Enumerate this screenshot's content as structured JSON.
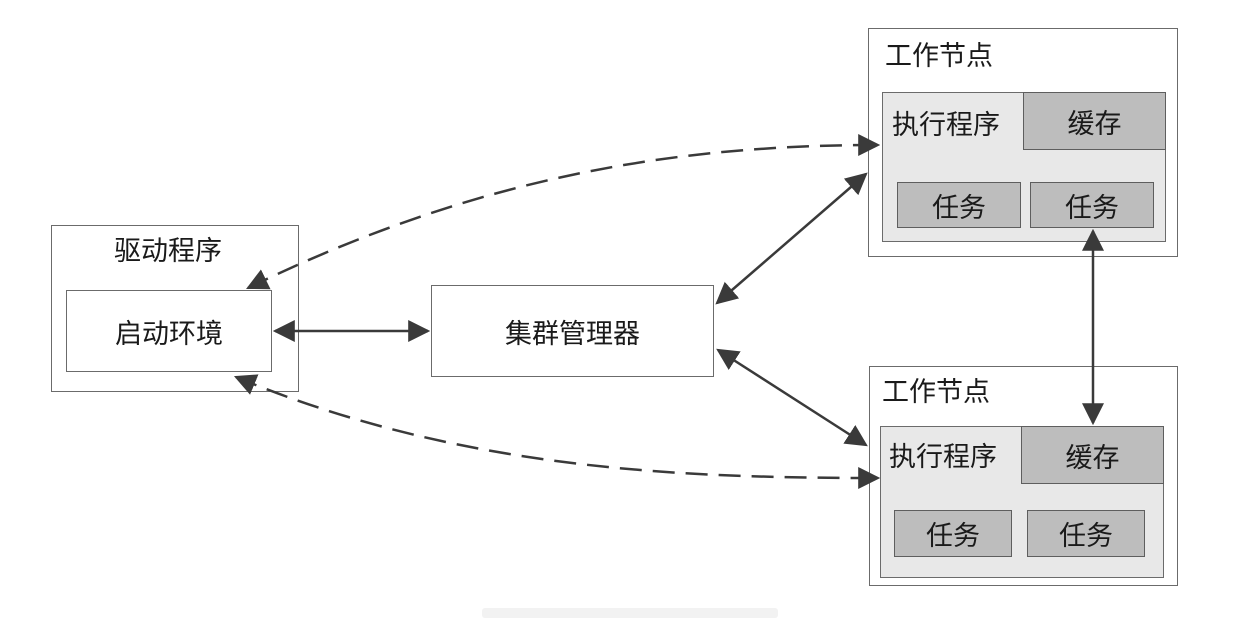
{
  "driver": {
    "title": "驱动程序",
    "context": "启动环境"
  },
  "cluster_manager": {
    "label": "集群管理器"
  },
  "worker_top": {
    "title": "工作节点",
    "executor": "执行程序",
    "cache": "缓存",
    "tasks": [
      "任务",
      "任务"
    ]
  },
  "worker_bottom": {
    "title": "工作节点",
    "executor": "执行程序",
    "cache": "缓存",
    "tasks": [
      "任务",
      "任务"
    ]
  },
  "colors": {
    "line": "#3a3a3a",
    "box_border": "#6b6b6b",
    "executor_fill": "#e8e8e8",
    "cache_fill": "#bdbdbd"
  }
}
